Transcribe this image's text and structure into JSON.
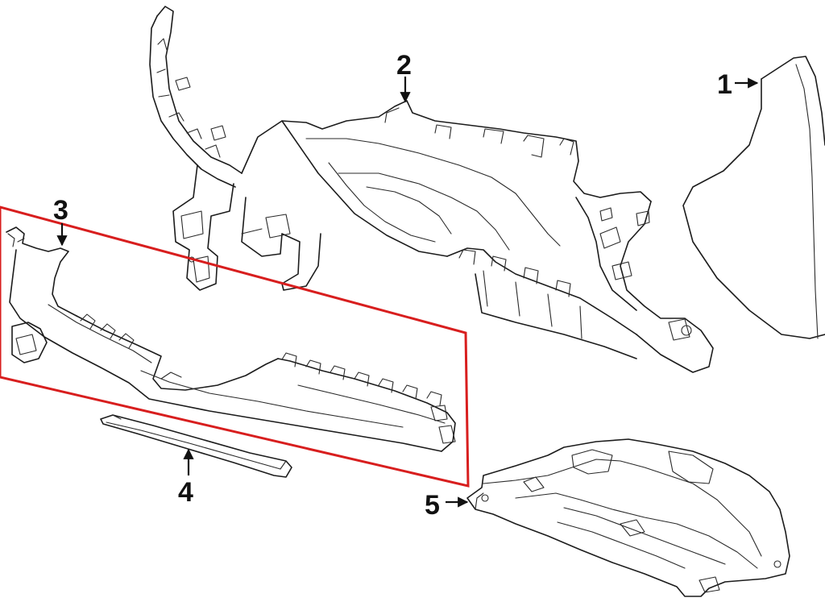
{
  "callouts": [
    {
      "id": "1",
      "label": "1"
    },
    {
      "id": "2",
      "label": "2"
    },
    {
      "id": "3",
      "label": "3"
    },
    {
      "id": "4",
      "label": "4"
    },
    {
      "id": "5",
      "label": "5"
    }
  ],
  "highlight": {
    "color": "#d81e1e",
    "target": "3"
  },
  "colors": {
    "line": "#1c1c1c",
    "background": "#ffffff"
  }
}
